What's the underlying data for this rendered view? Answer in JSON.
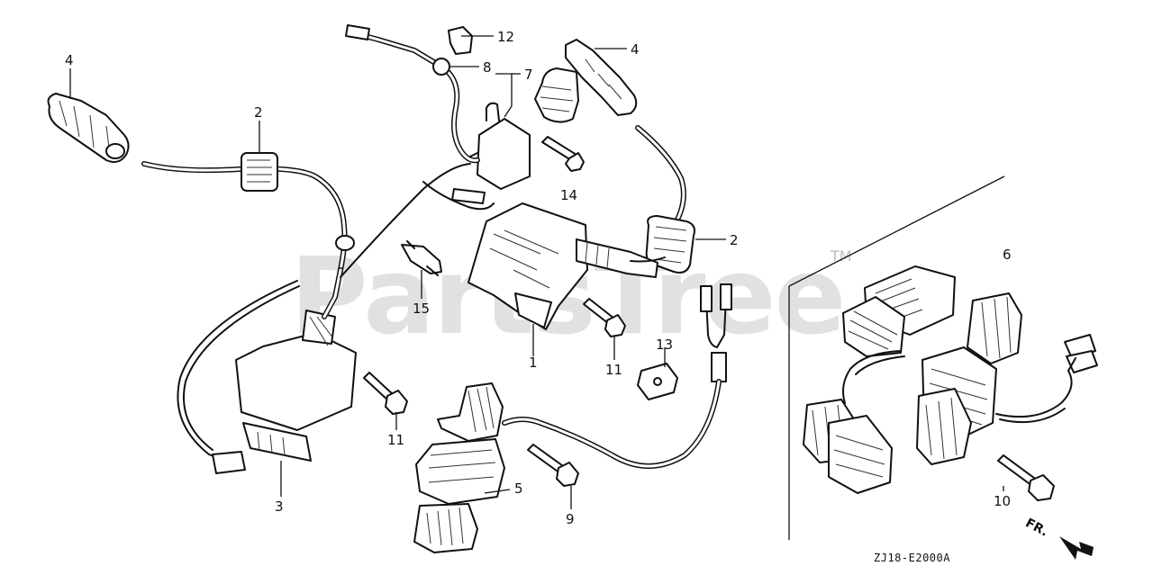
{
  "watermark": {
    "text": "PartsTree",
    "trademark": "TM"
  },
  "callouts": [
    {
      "id": "1",
      "text": "1"
    },
    {
      "id": "2a",
      "text": "2"
    },
    {
      "id": "2b",
      "text": "2"
    },
    {
      "id": "3",
      "text": "3"
    },
    {
      "id": "4a",
      "text": "4"
    },
    {
      "id": "4b",
      "text": "4"
    },
    {
      "id": "5",
      "text": "5"
    },
    {
      "id": "6",
      "text": "6"
    },
    {
      "id": "7",
      "text": "7"
    },
    {
      "id": "8",
      "text": "8"
    },
    {
      "id": "9",
      "text": "9"
    },
    {
      "id": "10",
      "text": "10"
    },
    {
      "id": "11a",
      "text": "11"
    },
    {
      "id": "11b",
      "text": "11"
    },
    {
      "id": "12",
      "text": "12"
    },
    {
      "id": "13",
      "text": "13"
    },
    {
      "id": "14",
      "text": "14"
    },
    {
      "id": "15",
      "text": "15"
    }
  ],
  "diagram_code": "ZJ18-E2000A",
  "direction_label": "FR."
}
